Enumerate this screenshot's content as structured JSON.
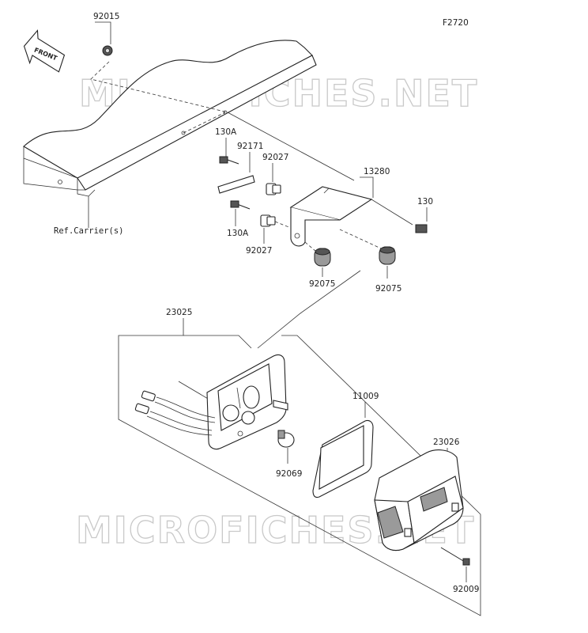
{
  "figure_id": "F2720",
  "front_label": "FRONT",
  "reference_label": "Ref.Carrier(s)",
  "watermark": "MICROFICHES.NET",
  "labels": {
    "l92015": "92015",
    "l130a_top": "130A",
    "l92171": "92171",
    "l92027_top": "92027",
    "l13280": "13280",
    "l130": "130",
    "l130a_bottom": "130A",
    "l92027_bottom": "92027",
    "l92075_left": "92075",
    "l92075_right": "92075",
    "l23025": "23025",
    "l11009": "11009",
    "l23026": "23026",
    "l92069": "92069",
    "l92009": "92009"
  }
}
